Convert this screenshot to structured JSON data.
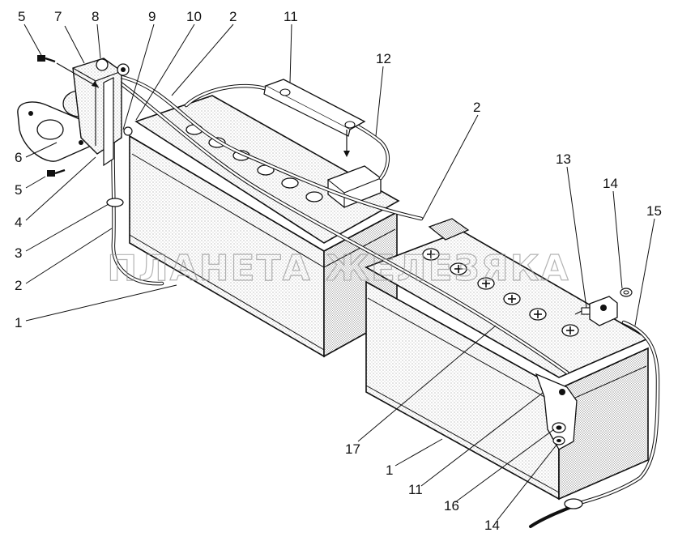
{
  "diagram": {
    "watermark": "ПЛАНЕТА ЖЕЛЕЗЯКА",
    "callouts": [
      {
        "id": "5a",
        "text": "5"
      },
      {
        "id": "7",
        "text": "7"
      },
      {
        "id": "8",
        "text": "8"
      },
      {
        "id": "9",
        "text": "9"
      },
      {
        "id": "10",
        "text": "10"
      },
      {
        "id": "2a",
        "text": "2"
      },
      {
        "id": "11a",
        "text": "11"
      },
      {
        "id": "12",
        "text": "12"
      },
      {
        "id": "2b",
        "text": "2"
      },
      {
        "id": "13",
        "text": "13"
      },
      {
        "id": "14a",
        "text": "14"
      },
      {
        "id": "15",
        "text": "15"
      },
      {
        "id": "6",
        "text": "6"
      },
      {
        "id": "5b",
        "text": "5"
      },
      {
        "id": "4",
        "text": "4"
      },
      {
        "id": "3",
        "text": "3"
      },
      {
        "id": "2c",
        "text": "2"
      },
      {
        "id": "1a",
        "text": "1"
      },
      {
        "id": "17",
        "text": "17"
      },
      {
        "id": "1b",
        "text": "1"
      },
      {
        "id": "11b",
        "text": "11"
      },
      {
        "id": "16",
        "text": "16"
      },
      {
        "id": "14b",
        "text": "14"
      }
    ]
  }
}
